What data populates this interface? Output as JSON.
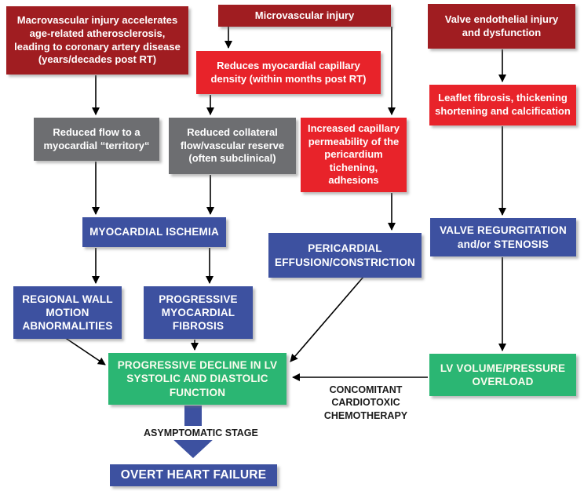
{
  "nodes": {
    "macrovascular": {
      "text": "Macrovascular injury accelerates\nage-related atherosclerosis,\nleading to coronary artery disease\n(years/decades post RT)"
    },
    "microvascular": {
      "text": "Microvascular injury"
    },
    "valve_injury": {
      "text": "Valve endothelial injury\nand dysfunction"
    },
    "capillary_density": {
      "text": "Reduces myocardial capillary\ndensity (within months post RT)"
    },
    "leaflet_fibrosis": {
      "text": "Leaflet fibrosis, thickening\nshortening and calcification"
    },
    "reduced_flow": {
      "text": "Reduced flow to a\nmyocardial “territory“"
    },
    "reduced_collateral": {
      "text": "Reduced collateral\nflow/vascular reserve\n(often subclinical)"
    },
    "capillary_permeability": {
      "text": "Increased capillary\npermeability of the\npericardium\ntichening, adhesions"
    },
    "myocardial_ischemia": {
      "text": "MYOCARDIAL ISCHEMIA"
    },
    "pericardial_effusion": {
      "text": "PERICARDIAL\nEFFUSION/CONSTRICTION"
    },
    "valve_regurgitation": {
      "text": "VALVE REGURGITATION\nand/or STENOSIS"
    },
    "regional_wall": {
      "text": "REGIONAL WALL\nMOTION\nABNORMALITIES"
    },
    "myocardial_fibrosis": {
      "text": "PROGRESSIVE\nMYOCARDIAL\nFIBROSIS"
    },
    "lv_decline": {
      "text": "PROGRESSIVE DECLINE IN LV\nSYSTOLIC AND DIASTOLIC\nFUNCTION"
    },
    "lv_overload": {
      "text": "LV VOLUME/PRESSURE\nOVERLOAD"
    },
    "overt_heart_failure": {
      "text": "OVERT HEART FAILURE"
    }
  },
  "annotations": {
    "chemotherapy": "CONCOMITANT\nCARDIOTOXIC\nCHEMOTHERAPY",
    "asymptomatic": "ASYMPTOMATIC STAGE"
  },
  "colors": {
    "dark_red": "#A01D21",
    "red": "#E8232A",
    "gray": "#6D6E71",
    "blue": "#3D51A0",
    "green": "#2BB673",
    "arrow": "#000000"
  }
}
